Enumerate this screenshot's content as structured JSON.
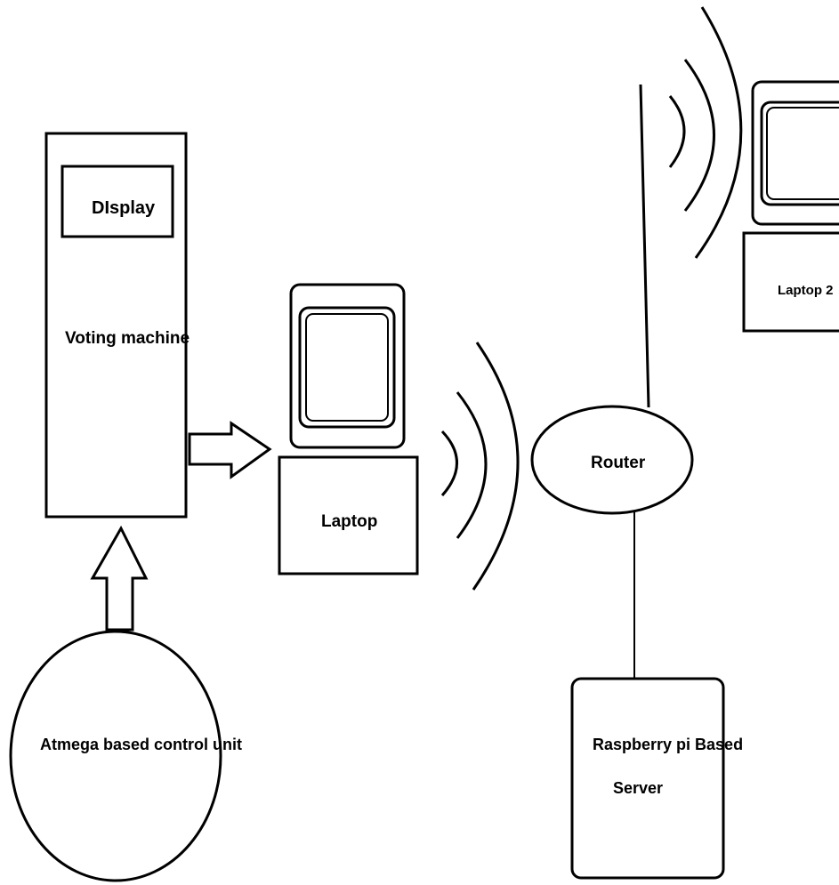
{
  "labels": {
    "display": "DIsplay",
    "voting_machine": "Voting machine",
    "laptop": "Laptop",
    "laptop2": "Laptop 2",
    "router": "Router",
    "server_line1": "Raspberry pi Based",
    "server_line2": "Server",
    "control_unit": "Atmega based control unit"
  },
  "colors": {
    "stroke": "#000000",
    "background": "#ffffff"
  }
}
